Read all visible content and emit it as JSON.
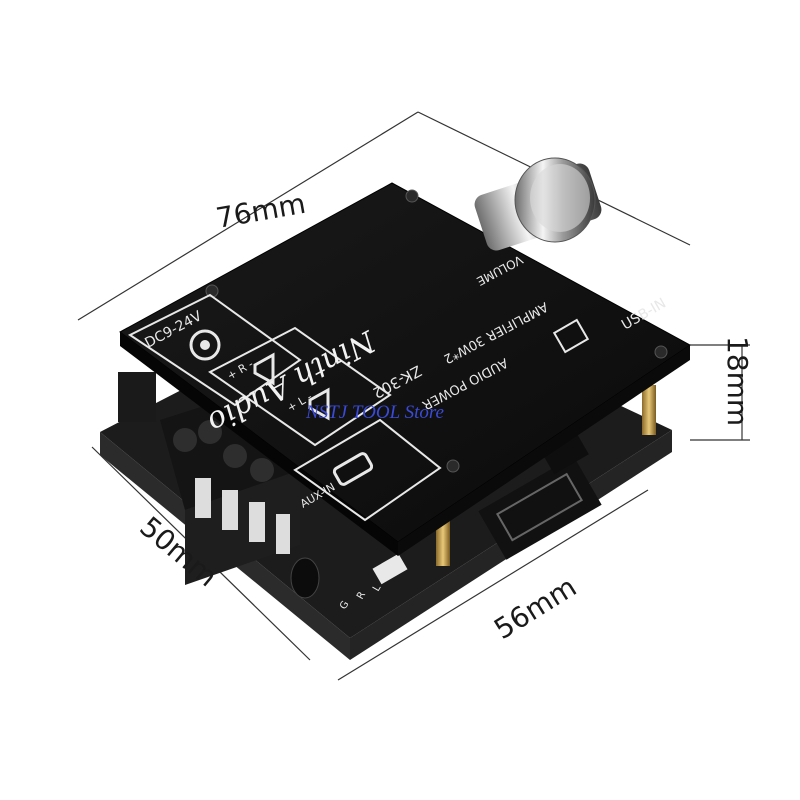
{
  "dimensions": {
    "length_top": "76mm",
    "height_right": "18mm",
    "width_left": "50mm",
    "length_front": "56mm"
  },
  "board": {
    "power_label": "DC9-24V",
    "brand_script": "Ninth Audio",
    "model": "ZK-302",
    "title_line1": "AUDIO POWER",
    "title_line2": "AMPLIFIER 30W*2",
    "volume_label": "VOLUME",
    "usb_label": "USB-IN",
    "aux_label": "AUX-IN",
    "speaker_left_polarity": "+ R -",
    "speaker_right_polarity": "+ L -",
    "ground_label": "G",
    "right_ch_label": "R",
    "left_ch_label": "L"
  },
  "watermark": "NSTJ TOOL Store",
  "colors": {
    "board_black": "#111111",
    "pcb_dark": "#1c1c1c",
    "silkscreen": "#e8e8e8",
    "brass": "#c9a24a",
    "watermark": "#3a4ad8"
  }
}
